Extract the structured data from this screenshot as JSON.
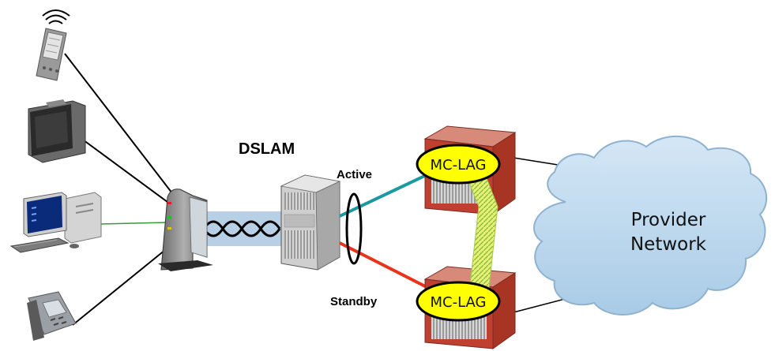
{
  "labels": {
    "dslam": "DSLAM",
    "active": "Active",
    "standby": "Standby",
    "mclag_top": "MC-LAG",
    "mclag_bottom": "MC-LAG",
    "cloud_line1": "Provider",
    "cloud_line2": "Network"
  },
  "colors": {
    "active_link": "#1a9aa0",
    "standby_link": "#e8341c",
    "pc_link": "#3a9a3a",
    "cloud_fill": "#b9d6ec",
    "mclag_fill": "#ffff00",
    "router_red": "#c04030"
  },
  "icons": [
    "wifi-icon",
    "pda-icon",
    "tv-icon",
    "desktop-pc-icon",
    "ip-phone-icon",
    "modem-icon",
    "dslam-chassis-icon",
    "router-icon",
    "cloud-icon"
  ]
}
